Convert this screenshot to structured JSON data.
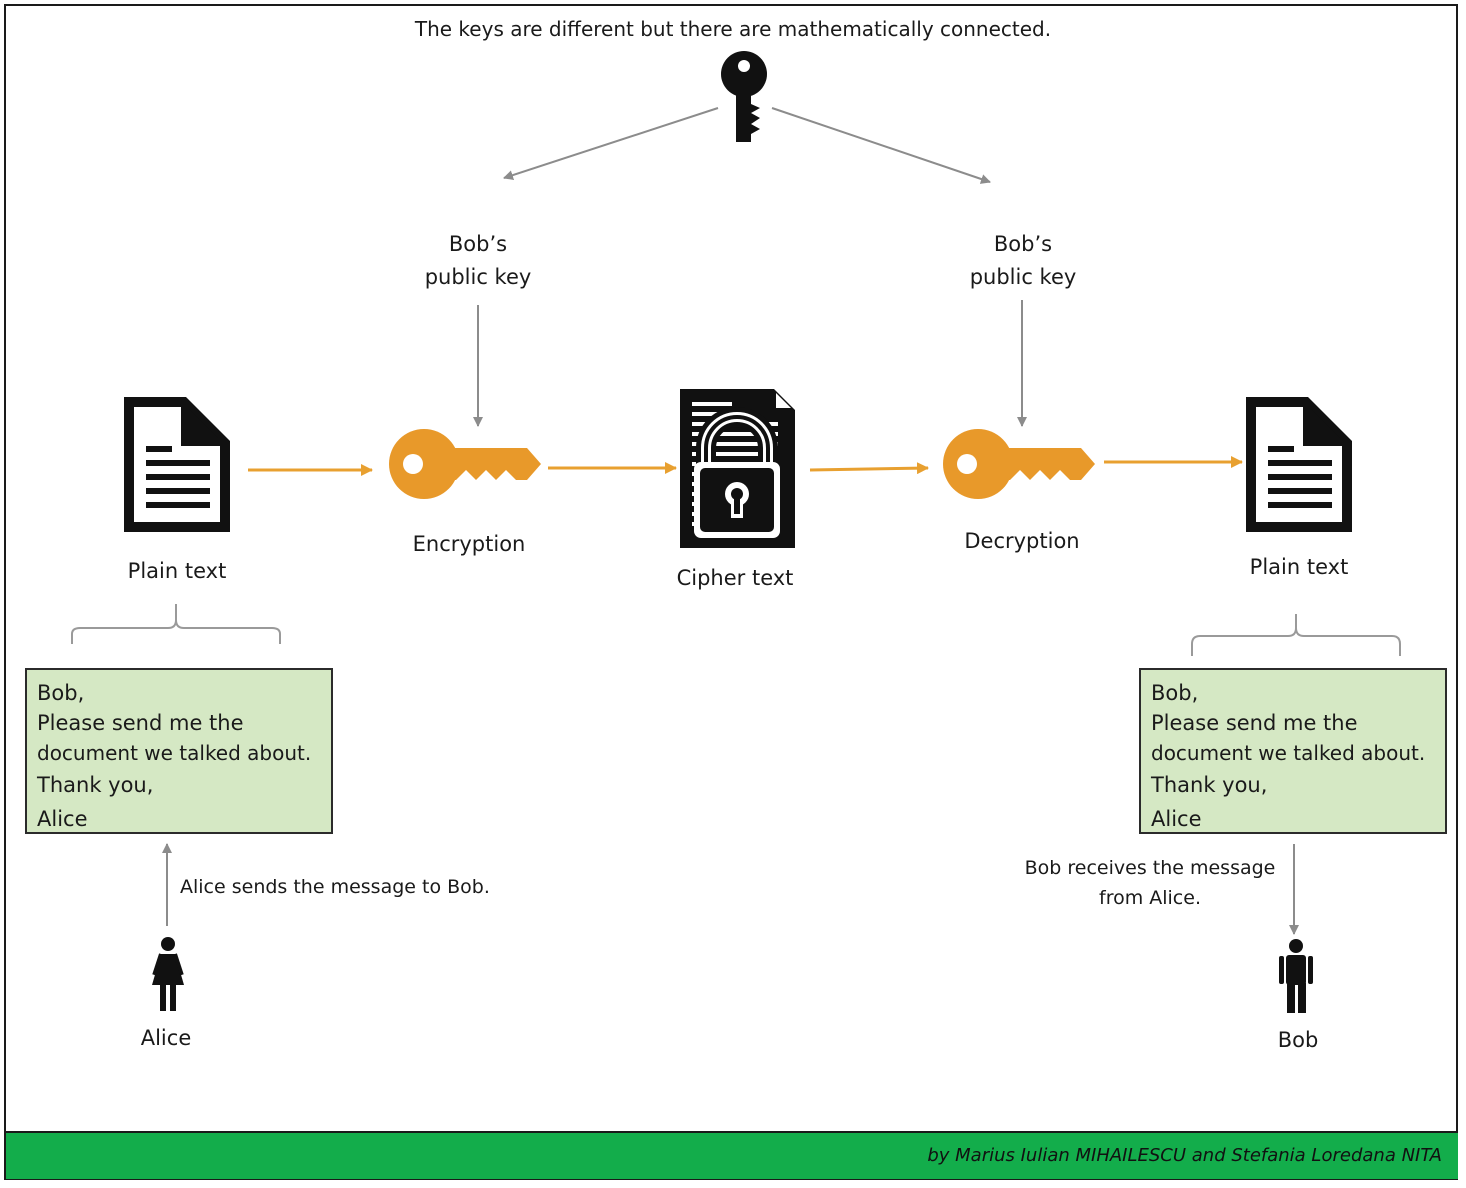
{
  "header": {
    "caption": "The keys are different but there are mathematically connected."
  },
  "keys": {
    "left_label_line1": "Bob’s",
    "left_label_line2": "public key",
    "right_label_line1": "Bob’s",
    "right_label_line2": "public key"
  },
  "flow": {
    "plain_left": "Plain text",
    "encryption": "Encryption",
    "cipher": "Cipher text",
    "decryption": "Decryption",
    "plain_right": "Plain text"
  },
  "message_left": {
    "line1": "Bob,",
    "line2": "Please send me the",
    "line3": "document we talked about.",
    "line4": "Thank you,",
    "line5": "Alice"
  },
  "message_right": {
    "line1": "Bob,",
    "line2": "Please send me the",
    "line3": "document we talked about.",
    "line4": "Thank you,",
    "line5": "Alice"
  },
  "actors": {
    "alice_note": "Alice sends the message to Bob.",
    "alice_name": "Alice",
    "bob_note_line1": "Bob receives the message",
    "bob_note_line2": "from Alice.",
    "bob_name": "Bob"
  },
  "footer": {
    "credit": "by Marius Iulian MIHAILESCU and Stefania Loredana NITA"
  },
  "colors": {
    "flow_arrow": "#e8a030",
    "key_orange": "#e8992a",
    "message_fill": "#d5e8c4",
    "footer_green": "#13ad4b",
    "connector_gray": "#8c8c8c"
  }
}
